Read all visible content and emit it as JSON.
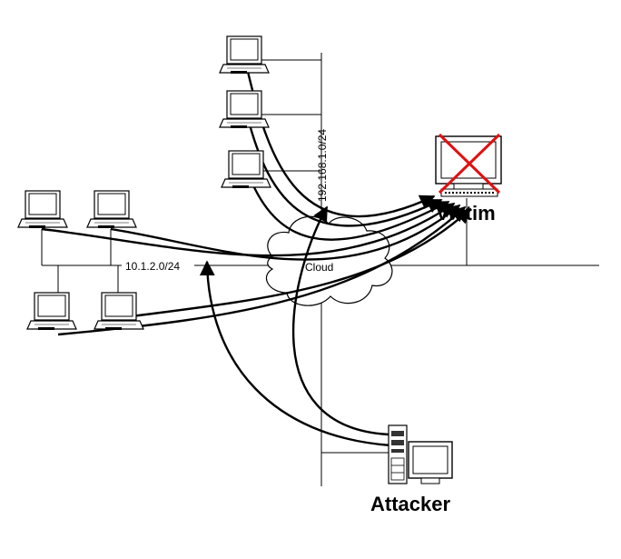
{
  "diagram": {
    "network_a_label": "192.168.1.0/24",
    "network_b_label": "10.1.2.0/24",
    "cloud_label": "Cloud",
    "victim_label": "Victim",
    "attacker_label": "Attacker"
  },
  "colors": {
    "line": "#000000",
    "victim_cross": "#e01010",
    "screen_dark": "#333333"
  }
}
